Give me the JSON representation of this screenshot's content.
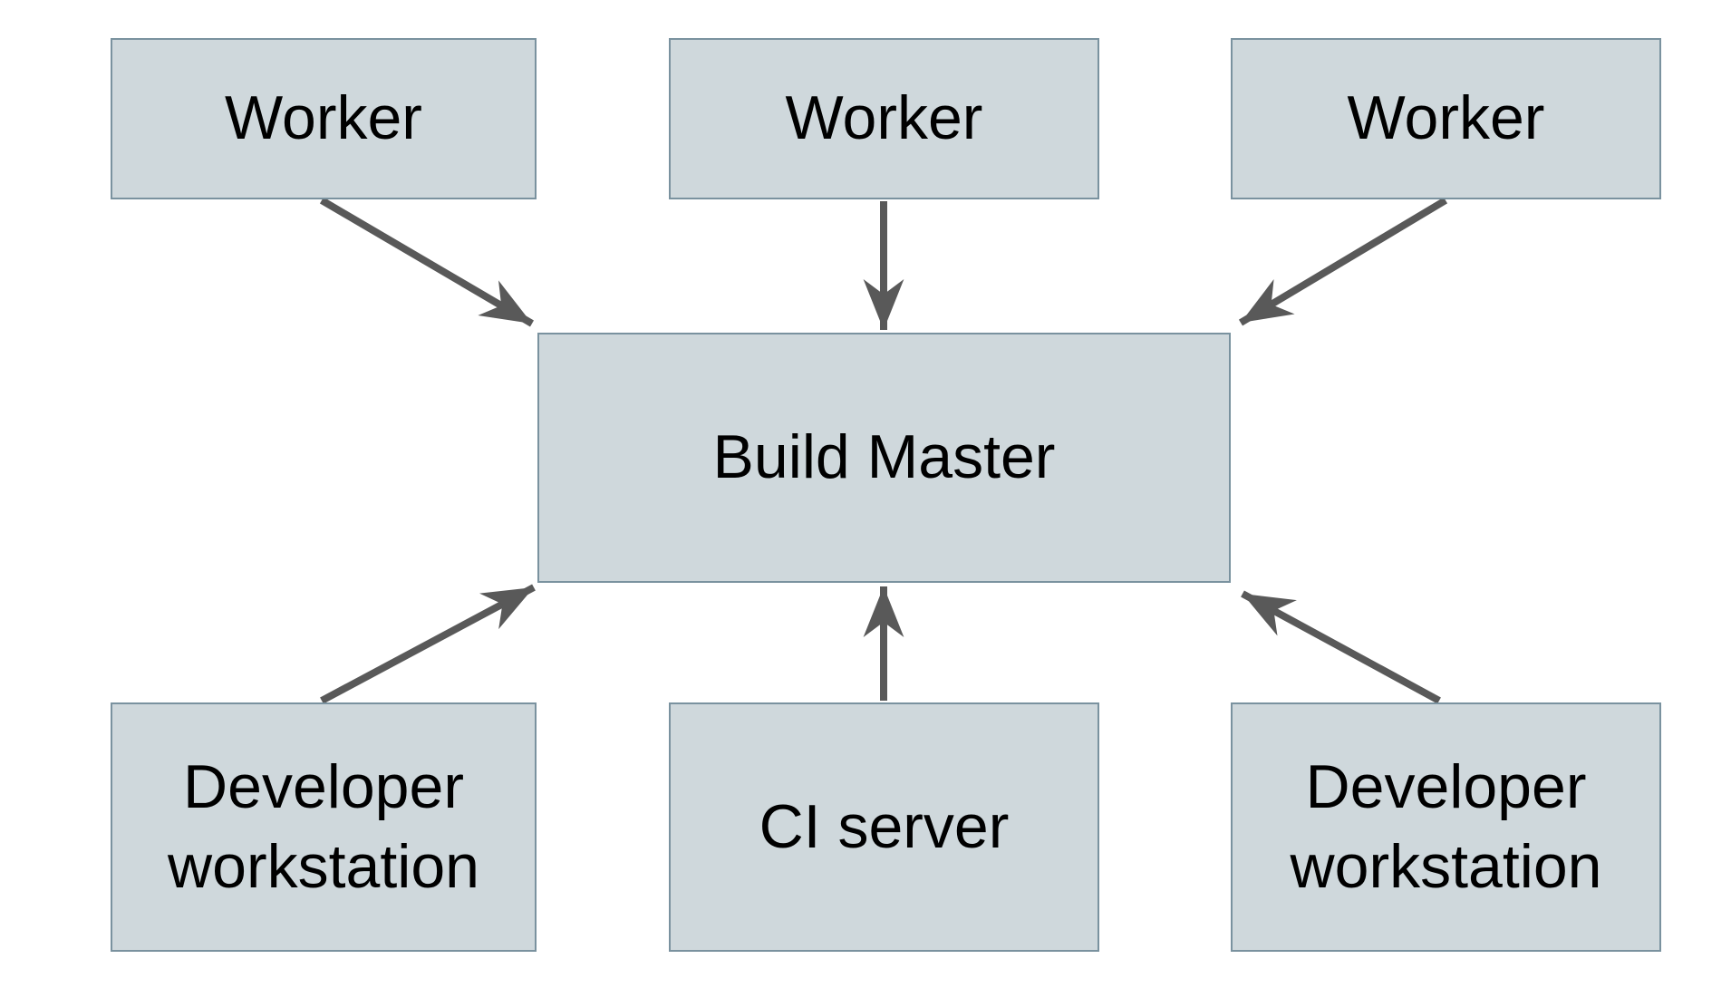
{
  "diagram": {
    "nodes": [
      {
        "id": "worker-1",
        "label": "Worker"
      },
      {
        "id": "worker-2",
        "label": "Worker"
      },
      {
        "id": "worker-3",
        "label": "Worker"
      },
      {
        "id": "build-master",
        "label": "Build Master"
      },
      {
        "id": "developer-workstation-1",
        "label": "Developer workstation"
      },
      {
        "id": "ci-server",
        "label": "CI server"
      },
      {
        "id": "developer-workstation-2",
        "label": "Developer workstation"
      }
    ],
    "edges": [
      {
        "from": "worker-1",
        "to": "build-master"
      },
      {
        "from": "worker-2",
        "to": "build-master"
      },
      {
        "from": "worker-3",
        "to": "build-master"
      },
      {
        "from": "developer-workstation-1",
        "to": "build-master"
      },
      {
        "from": "ci-server",
        "to": "build-master"
      },
      {
        "from": "developer-workstation-2",
        "to": "build-master"
      }
    ],
    "colors": {
      "background": "#ffffff",
      "node_fill": "#cfd8dc",
      "node_border": "#7a929f",
      "arrow": "#595959",
      "text": "#000000"
    }
  }
}
